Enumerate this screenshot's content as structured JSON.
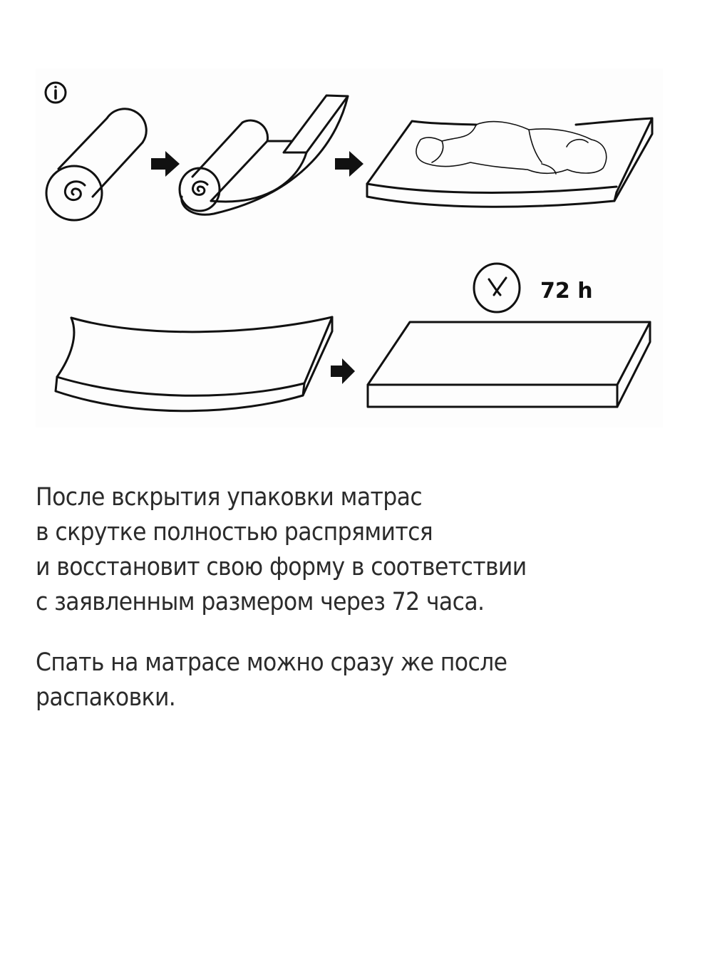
{
  "illustration": {
    "info_icon": "info-icon",
    "steps_row1": [
      "rolled-mattress",
      "arrow-right",
      "unrolling-mattress",
      "arrow-right",
      "person-sleeping-on-mattress"
    ],
    "steps_row2": [
      "curved-mattress",
      "arrow-right",
      "flat-mattress"
    ],
    "clock_icon": "clock-icon",
    "timer_label": "72 h"
  },
  "text": {
    "paragraph1": {
      "lines": [
        "После вскрытия упаковки матрас",
        "в скрутке полностью распрямится",
        "и восстановит свою форму в соответствии",
        "с заявленным размером через 72 часа."
      ]
    },
    "paragraph2": {
      "lines": [
        "Спать на матрасе можно сразу же после",
        "распаковки."
      ]
    }
  },
  "colors": {
    "text": "#2b2b2b",
    "line_art": "#111111",
    "background": "#ffffff"
  }
}
